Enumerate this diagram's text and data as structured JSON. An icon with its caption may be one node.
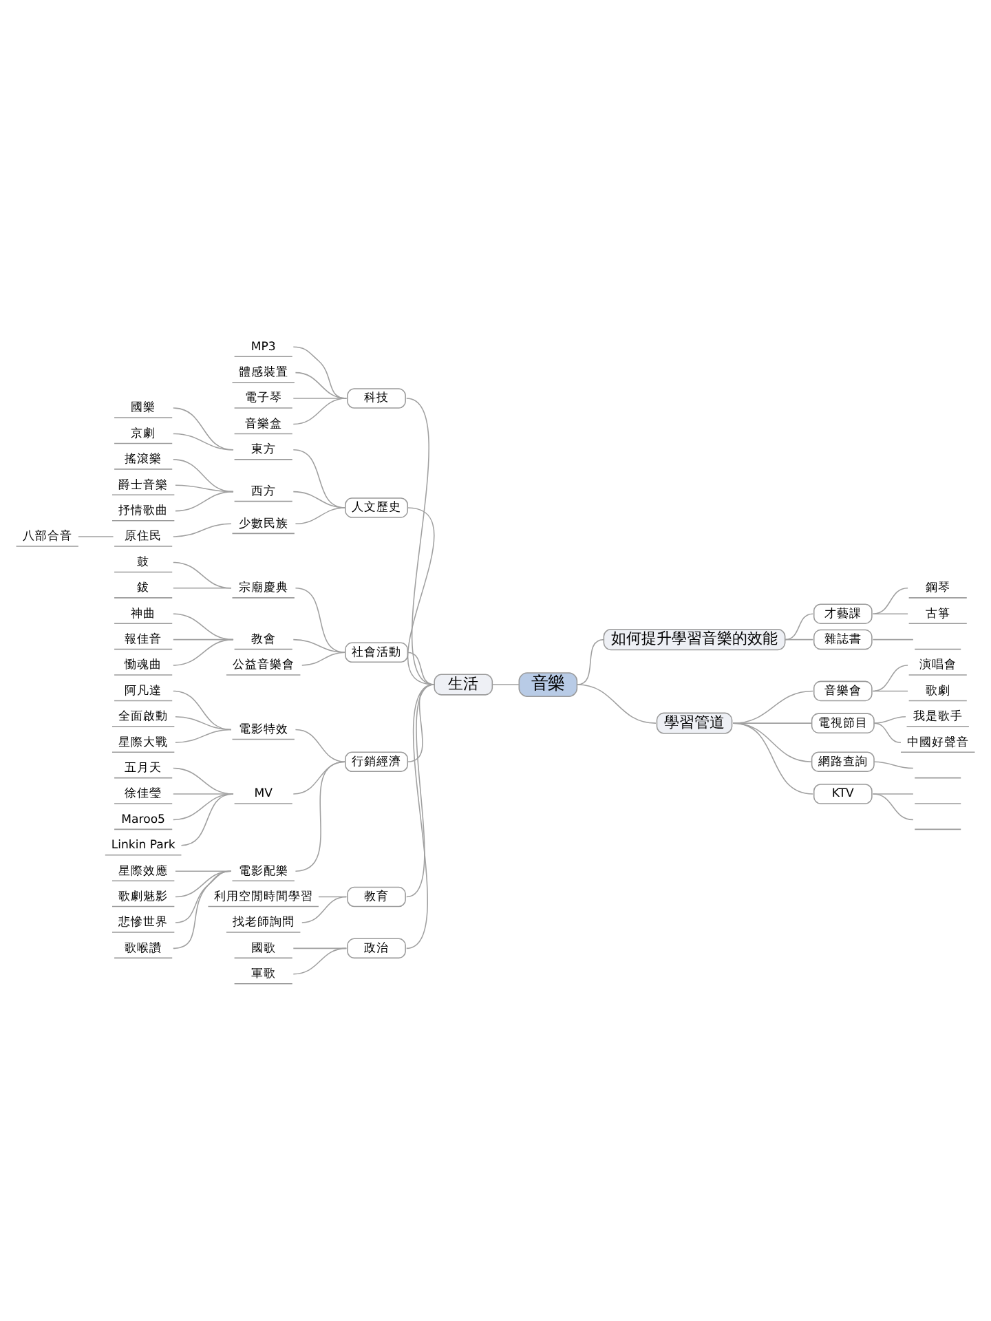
{
  "diagram": {
    "nodes": [
      {
        "text": [
          "音樂"
        ]
      },
      {
        "text": [
          "生活"
        ]
      },
      {
        "text": [
          "科技"
        ]
      },
      {
        "text": [
          "MP3"
        ]
      },
      {
        "text": [
          "體感裝置"
        ]
      },
      {
        "text": [
          "電子琴"
        ]
      },
      {
        "text": [
          "音樂盒"
        ]
      },
      {
        "text": [
          "人文歷史"
        ]
      },
      {
        "text": [
          "東方"
        ]
      },
      {
        "text": [
          "國樂"
        ]
      },
      {
        "text": [
          "京劇"
        ]
      },
      {
        "text": [
          "西方"
        ]
      },
      {
        "text": [
          "搖滾樂"
        ]
      },
      {
        "text": [
          "爵士音樂"
        ]
      },
      {
        "text": [
          "抒情歌曲"
        ]
      },
      {
        "text": [
          "少數民族"
        ]
      },
      {
        "text": [
          "原住民"
        ]
      },
      {
        "text": [
          "八部合音"
        ]
      },
      {
        "text": [
          "社會活動"
        ]
      },
      {
        "text": [
          "宗廟慶典"
        ]
      },
      {
        "text": [
          "鼓"
        ]
      },
      {
        "text": [
          "鈸"
        ]
      },
      {
        "text": [
          "教會"
        ]
      },
      {
        "text": [
          "神曲"
        ]
      },
      {
        "text": [
          "報佳音"
        ]
      },
      {
        "text": [
          "慟魂曲"
        ]
      },
      {
        "text": [
          "公益音樂會"
        ]
      },
      {
        "text": [
          "行銷經濟"
        ]
      },
      {
        "text": [
          "電影特效"
        ]
      },
      {
        "text": [
          "阿凡達"
        ]
      },
      {
        "text": [
          "全面啟動"
        ]
      },
      {
        "text": [
          "星際大戰"
        ]
      },
      {
        "text": [
          "MV"
        ]
      },
      {
        "text": [
          "五月天"
        ]
      },
      {
        "text": [
          "徐佳瑩"
        ]
      },
      {
        "text": [
          "Maroo5"
        ]
      },
      {
        "text": [
          "Linkin Park"
        ]
      },
      {
        "text": [
          "電影配樂"
        ]
      },
      {
        "text": [
          "星際效應"
        ]
      },
      {
        "text": [
          "歌劇魅影"
        ]
      },
      {
        "text": [
          "悲慘世界"
        ]
      },
      {
        "text": [
          "歌喉讚"
        ]
      },
      {
        "text": [
          "教育"
        ]
      },
      {
        "text": [
          "利用空閒時間學習"
        ]
      },
      {
        "text": [
          "找老師詢問"
        ]
      },
      {
        "text": [
          "政治"
        ]
      },
      {
        "text": [
          "國歌"
        ]
      },
      {
        "text": [
          "軍歌"
        ]
      },
      {
        "text": [
          "如何提升學習音樂的效能"
        ]
      },
      {
        "text": [
          "才藝課"
        ]
      },
      {
        "text": [
          "鋼琴"
        ]
      },
      {
        "text": [
          "古箏"
        ]
      },
      {
        "text": [
          "雜誌書"
        ]
      },
      {
        "text": [],
        "shape": "line"
      },
      {
        "text": [
          "學習管道"
        ]
      },
      {
        "text": [
          "音樂會"
        ]
      },
      {
        "text": [
          "演唱會"
        ]
      },
      {
        "text": [
          "歌劇"
        ]
      },
      {
        "text": [
          "電視節目"
        ]
      },
      {
        "text": [
          "我是歌手"
        ]
      },
      {
        "text": [
          "中國好聲音"
        ]
      },
      {
        "text": [
          "網路查詢"
        ]
      },
      {
        "text": [],
        "shape": "line"
      },
      {
        "text": [
          "KTV"
        ]
      },
      {
        "text": [],
        "shape": "line"
      },
      {
        "text": [],
        "shape": "line"
      }
    ],
    "edges": [
      {
        "from": 0,
        "to": 1,
        "arrow": "none"
      },
      {
        "from": 1,
        "to": 2,
        "arrow": "none"
      },
      {
        "from": 2,
        "to": 3,
        "arrow": "none"
      },
      {
        "from": 2,
        "to": 4,
        "arrow": "none"
      },
      {
        "from": 2,
        "to": 5,
        "arrow": "none"
      },
      {
        "from": 2,
        "to": 6,
        "arrow": "none"
      },
      {
        "from": 1,
        "to": 7,
        "arrow": "none"
      },
      {
        "from": 7,
        "to": 8,
        "arrow": "none"
      },
      {
        "from": 8,
        "to": 9,
        "arrow": "none"
      },
      {
        "from": 8,
        "to": 10,
        "arrow": "none"
      },
      {
        "from": 7,
        "to": 11,
        "arrow": "none"
      },
      {
        "from": 11,
        "to": 12,
        "arrow": "none"
      },
      {
        "from": 11,
        "to": 13,
        "arrow": "none"
      },
      {
        "from": 11,
        "to": 14,
        "arrow": "none"
      },
      {
        "from": 7,
        "to": 15,
        "arrow": "none"
      },
      {
        "from": 15,
        "to": 16,
        "arrow": "none"
      },
      {
        "from": 16,
        "to": 17,
        "arrow": "none"
      },
      {
        "from": 1,
        "to": 18,
        "arrow": "none"
      },
      {
        "from": 18,
        "to": 19,
        "arrow": "none"
      },
      {
        "from": 19,
        "to": 20,
        "arrow": "none"
      },
      {
        "from": 19,
        "to": 21,
        "arrow": "none"
      },
      {
        "from": 18,
        "to": 22,
        "arrow": "none"
      },
      {
        "from": 22,
        "to": 23,
        "arrow": "none"
      },
      {
        "from": 22,
        "to": 24,
        "arrow": "none"
      },
      {
        "from": 22,
        "to": 25,
        "arrow": "none"
      },
      {
        "from": 18,
        "to": 26,
        "arrow": "none"
      },
      {
        "from": 1,
        "to": 27,
        "arrow": "none"
      },
      {
        "from": 27,
        "to": 28,
        "arrow": "none"
      },
      {
        "from": 28,
        "to": 29,
        "arrow": "none"
      },
      {
        "from": 28,
        "to": 30,
        "arrow": "none"
      },
      {
        "from": 28,
        "to": 31,
        "arrow": "none"
      },
      {
        "from": 27,
        "to": 32,
        "arrow": "none"
      },
      {
        "from": 32,
        "to": 33,
        "arrow": "none"
      },
      {
        "from": 32,
        "to": 34,
        "arrow": "none"
      },
      {
        "from": 32,
        "to": 35,
        "arrow": "none"
      },
      {
        "from": 32,
        "to": 36,
        "arrow": "none"
      },
      {
        "from": 27,
        "to": 37,
        "arrow": "none"
      },
      {
        "from": 37,
        "to": 38,
        "arrow": "none"
      },
      {
        "from": 37,
        "to": 39,
        "arrow": "none"
      },
      {
        "from": 37,
        "to": 40,
        "arrow": "none"
      },
      {
        "from": 37,
        "to": 41,
        "arrow": "none"
      },
      {
        "from": 1,
        "to": 42,
        "arrow": "none"
      },
      {
        "from": 42,
        "to": 43,
        "arrow": "none"
      },
      {
        "from": 42,
        "to": 44,
        "arrow": "none"
      },
      {
        "from": 1,
        "to": 45,
        "arrow": "none"
      },
      {
        "from": 45,
        "to": 46,
        "arrow": "none"
      },
      {
        "from": 45,
        "to": 47,
        "arrow": "none"
      },
      {
        "from": 0,
        "to": 48,
        "arrow": "none"
      },
      {
        "from": 48,
        "to": 49,
        "arrow": "none"
      },
      {
        "from": 49,
        "to": 50,
        "arrow": "none"
      },
      {
        "from": 49,
        "to": 51,
        "arrow": "none"
      },
      {
        "from": 48,
        "to": 52,
        "arrow": "none"
      },
      {
        "from": 52,
        "to": 53,
        "arrow": "none"
      },
      {
        "from": 0,
        "to": 54,
        "arrow": "none"
      },
      {
        "from": 54,
        "to": 55,
        "arrow": "none"
      },
      {
        "from": 55,
        "to": 56,
        "arrow": "none"
      },
      {
        "from": 55,
        "to": 57,
        "arrow": "none"
      },
      {
        "from": 54,
        "to": 58,
        "arrow": "none"
      },
      {
        "from": 58,
        "to": 59,
        "arrow": "none"
      },
      {
        "from": 58,
        "to": 60,
        "arrow": "none"
      },
      {
        "from": 54,
        "to": 61,
        "arrow": "none"
      },
      {
        "from": 61,
        "to": 62,
        "arrow": "none"
      },
      {
        "from": 54,
        "to": 63,
        "arrow": "none"
      },
      {
        "from": 63,
        "to": 64,
        "arrow": "none"
      },
      {
        "from": 63,
        "to": 65,
        "arrow": "none"
      }
    ]
  }
}
